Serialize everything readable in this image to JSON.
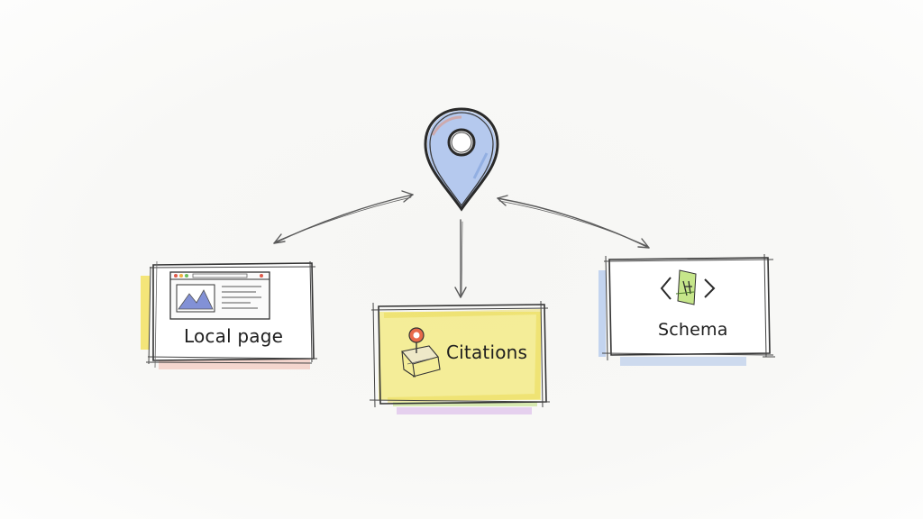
{
  "diagram": {
    "center": {
      "icon": "map-pin-icon"
    },
    "nodes": [
      {
        "id": "local",
        "label": "Local page",
        "icon": "browser-window-icon",
        "accent": "#f2dd5a"
      },
      {
        "id": "citations",
        "label": "Citations",
        "icon": "pin-on-box-icon",
        "accent": "#f4ea6a"
      },
      {
        "id": "schema",
        "label": "Schema",
        "icon": "code-brackets-icon",
        "accent": "#a9c4ea"
      }
    ],
    "colors": {
      "line": "#555555",
      "pin_fill": "#9bb7e6",
      "pin_accent": "#d77a6a",
      "yellow": "#f2e46a",
      "blue": "#aac4ea",
      "pink": "#f0b3b0",
      "purple": "#d8c5ec",
      "green": "#b8dd7e"
    }
  }
}
